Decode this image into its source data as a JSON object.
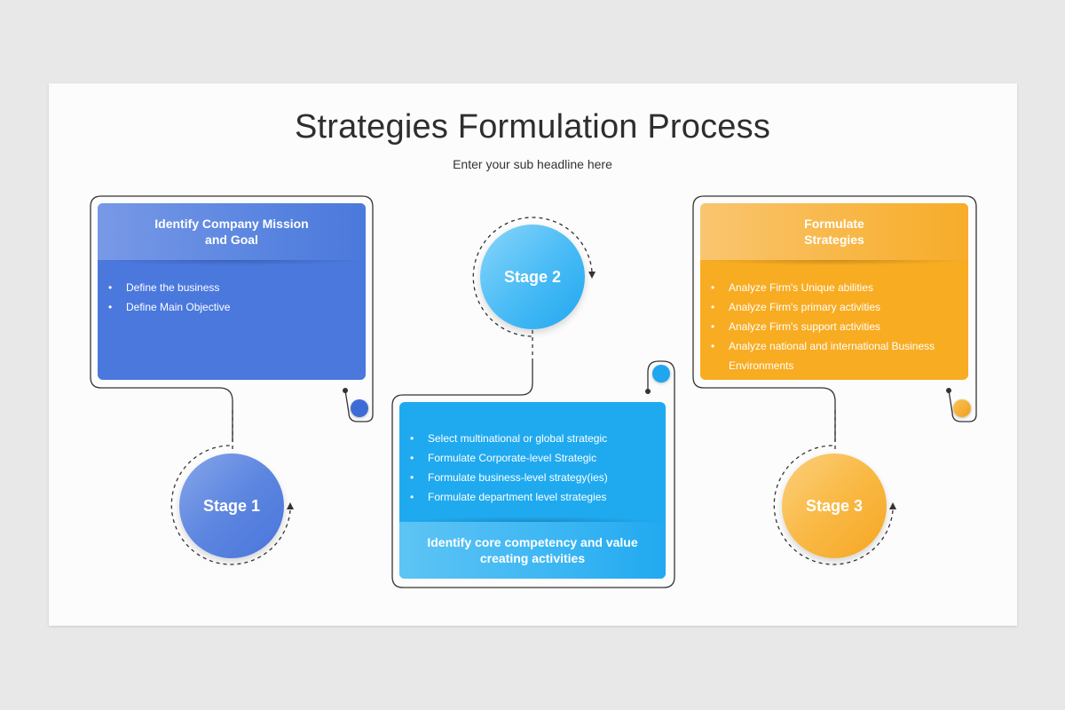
{
  "title": "Strategies Formulation Process",
  "subtitle": "Enter your sub headline here",
  "colors": {
    "blue": "#4a78dd",
    "sky": "#1faaf0",
    "orange": "#f8ac22",
    "line": "#333333"
  },
  "stages": [
    {
      "label": "Stage 1",
      "card_title": "Identify Company Mission\nand Goal",
      "items": [
        "Define the business",
        "Define Main Objective"
      ]
    },
    {
      "label": "Stage 2",
      "card_title": "Identify core competency and value\ncreating activities",
      "items": [
        "Select multinational or global strategic",
        "Formulate Corporate-level Strategic",
        "Formulate business-level strategy(ies)",
        "Formulate department level strategies"
      ]
    },
    {
      "label": "Stage 3",
      "card_title": "Formulate\nStrategies",
      "items": [
        "Analyze Firm's Unique abilities",
        "Analyze Firm's primary activities",
        "Analyze Firm's support activities",
        "Analyze national and international Business Environments"
      ]
    }
  ]
}
